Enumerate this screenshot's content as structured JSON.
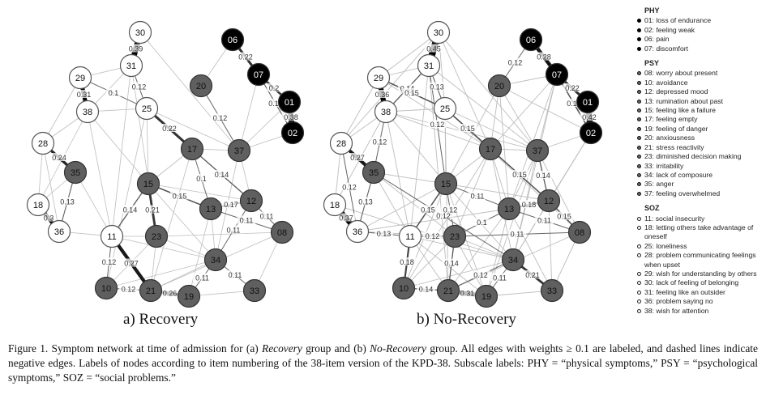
{
  "figure": {
    "panel_a_label": "a) Recovery",
    "panel_b_label": "b) No-Recovery",
    "caption": {
      "part1": "Figure 1. Symptom network at time of admission for (a) ",
      "italic1": "Recovery",
      "part2": " group and (b) ",
      "italic2": "No-Recovery",
      "part3": " group. All edges with weights ≥ 0.1 are labeled, and dashed lines indicate negative edges. Labels of nodes according to item numbering of the 38-item version of the KPD-38. Subscale labels: PHY = “physical symptoms,” PSY = “psychological symptoms,” SOZ = “social problems.”"
    }
  },
  "colors": {
    "PHY": "#000000",
    "PSY": "#5f5f5f",
    "SOZ": "#ffffff",
    "edge_light": "#bdbdbd",
    "edge_dark": "#111111"
  },
  "legend": {
    "groups": [
      {
        "name": "PHY",
        "items": [
          "01: loss of endurance",
          "02: feeling weak",
          "06: pain",
          "07: discomfort"
        ]
      },
      {
        "name": "PSY",
        "items": [
          "08: worry about present",
          "10: avoidance",
          "12: depressed mood",
          "13: rumination about past",
          "15: feeling like a failure",
          "17: feeling empty",
          "19: feeling of danger",
          "20: anxiousness",
          "21: stress reactivity",
          "23: diminished decision making",
          "33: irritability",
          "34: lack of composure",
          "35: anger",
          "37: feeling overwhelmed"
        ]
      },
      {
        "name": "SOZ",
        "items": [
          "11: social insecurity",
          "18: letting others take advantage of oneself",
          "25: loneliness",
          "28: problem communicating feelings when upset",
          "29: wish for understanding by others",
          "30: lack of feeling of belonging",
          "31: feeling like an outsider",
          "36: problem saying no",
          "38: wish for attention"
        ]
      }
    ]
  },
  "networks": [
    {
      "name": "Recovery",
      "nodes": [
        {
          "id": "30",
          "group": "SOZ"
        },
        {
          "id": "31",
          "group": "SOZ"
        },
        {
          "id": "29",
          "group": "SOZ"
        },
        {
          "id": "38",
          "group": "SOZ"
        },
        {
          "id": "25",
          "group": "SOZ"
        },
        {
          "id": "28",
          "group": "SOZ"
        },
        {
          "id": "18",
          "group": "SOZ"
        },
        {
          "id": "36",
          "group": "SOZ"
        },
        {
          "id": "11",
          "group": "SOZ"
        },
        {
          "id": "35",
          "group": "PSY"
        },
        {
          "id": "15",
          "group": "PSY"
        },
        {
          "id": "23",
          "group": "PSY"
        },
        {
          "id": "10",
          "group": "PSY"
        },
        {
          "id": "21",
          "group": "PSY"
        },
        {
          "id": "19",
          "group": "PSY"
        },
        {
          "id": "34",
          "group": "PSY"
        },
        {
          "id": "33",
          "group": "PSY"
        },
        {
          "id": "13",
          "group": "PSY"
        },
        {
          "id": "12",
          "group": "PSY"
        },
        {
          "id": "08",
          "group": "PSY"
        },
        {
          "id": "17",
          "group": "PSY"
        },
        {
          "id": "37",
          "group": "PSY"
        },
        {
          "id": "20",
          "group": "PSY"
        },
        {
          "id": "06",
          "group": "PHY"
        },
        {
          "id": "07",
          "group": "PHY"
        },
        {
          "id": "01",
          "group": "PHY"
        },
        {
          "id": "02",
          "group": "PHY"
        }
      ],
      "labeled_edges": [
        {
          "from": "30",
          "to": "31",
          "weight": 0.39
        },
        {
          "from": "29",
          "to": "38",
          "weight": 0.31
        },
        {
          "from": "29",
          "to": "25",
          "weight": 0.1
        },
        {
          "from": "31",
          "to": "25",
          "weight": 0.12
        },
        {
          "from": "25",
          "to": "17",
          "weight": 0.22
        },
        {
          "from": "20",
          "to": "37",
          "weight": 0.12
        },
        {
          "from": "06",
          "to": "07",
          "weight": 0.22
        },
        {
          "from": "07",
          "to": "01",
          "weight": 0.2
        },
        {
          "from": "07",
          "to": "02",
          "weight": 0.13
        },
        {
          "from": "01",
          "to": "02",
          "weight": 0.38
        },
        {
          "from": "28",
          "to": "35",
          "weight": 0.24
        },
        {
          "from": "35",
          "to": "36",
          "weight": 0.13
        },
        {
          "from": "18",
          "to": "36",
          "weight": 0.3
        },
        {
          "from": "11",
          "to": "15",
          "weight": 0.14
        },
        {
          "from": "15",
          "to": "23",
          "weight": 0.21
        },
        {
          "from": "11",
          "to": "10",
          "weight": 0.12
        },
        {
          "from": "11",
          "to": "21",
          "weight": 0.27
        },
        {
          "from": "10",
          "to": "21",
          "weight": 0.12
        },
        {
          "from": "21",
          "to": "19",
          "weight": 0.26
        },
        {
          "from": "17",
          "to": "13",
          "weight": 0.1
        },
        {
          "from": "17",
          "to": "12",
          "weight": 0.14
        },
        {
          "from": "15",
          "to": "13",
          "weight": 0.15
        },
        {
          "from": "13",
          "to": "12",
          "weight": 0.17
        },
        {
          "from": "13",
          "to": "08",
          "weight": 0.11
        },
        {
          "from": "12",
          "to": "08",
          "weight": 0.11
        },
        {
          "from": "12",
          "to": "34",
          "weight": 0.11
        },
        {
          "from": "34",
          "to": "19",
          "weight": 0.11
        },
        {
          "from": "34",
          "to": "33",
          "weight": 0.11
        }
      ]
    },
    {
      "name": "No-Recovery",
      "nodes": [
        {
          "id": "30",
          "group": "SOZ"
        },
        {
          "id": "31",
          "group": "SOZ"
        },
        {
          "id": "29",
          "group": "SOZ"
        },
        {
          "id": "38",
          "group": "SOZ"
        },
        {
          "id": "25",
          "group": "SOZ"
        },
        {
          "id": "28",
          "group": "SOZ"
        },
        {
          "id": "18",
          "group": "SOZ"
        },
        {
          "id": "36",
          "group": "SOZ"
        },
        {
          "id": "11",
          "group": "SOZ"
        },
        {
          "id": "35",
          "group": "PSY"
        },
        {
          "id": "15",
          "group": "PSY"
        },
        {
          "id": "23",
          "group": "PSY"
        },
        {
          "id": "10",
          "group": "PSY"
        },
        {
          "id": "21",
          "group": "PSY"
        },
        {
          "id": "19",
          "group": "PSY"
        },
        {
          "id": "34",
          "group": "PSY"
        },
        {
          "id": "33",
          "group": "PSY"
        },
        {
          "id": "13",
          "group": "PSY"
        },
        {
          "id": "12",
          "group": "PSY"
        },
        {
          "id": "08",
          "group": "PSY"
        },
        {
          "id": "17",
          "group": "PSY"
        },
        {
          "id": "37",
          "group": "PSY"
        },
        {
          "id": "20",
          "group": "PSY"
        },
        {
          "id": "06",
          "group": "PHY"
        },
        {
          "id": "07",
          "group": "PHY"
        },
        {
          "id": "01",
          "group": "PHY"
        },
        {
          "id": "02",
          "group": "PHY"
        }
      ],
      "labeled_edges": [
        {
          "from": "30",
          "to": "31",
          "weight": 0.45
        },
        {
          "from": "29",
          "to": "38",
          "weight": 0.36
        },
        {
          "from": "31",
          "to": "38",
          "weight": 0.14
        },
        {
          "from": "29",
          "to": "25",
          "weight": 0.15
        },
        {
          "from": "31",
          "to": "25",
          "weight": 0.13
        },
        {
          "from": "25",
          "to": "17",
          "weight": 0.15
        },
        {
          "from": "31",
          "to": "15",
          "weight": 0.12
        },
        {
          "from": "06",
          "to": "20",
          "weight": 0.12
        },
        {
          "from": "06",
          "to": "07",
          "weight": 0.28
        },
        {
          "from": "07",
          "to": "01",
          "weight": 0.22
        },
        {
          "from": "07",
          "to": "02",
          "weight": 0.15
        },
        {
          "from": "01",
          "to": "02",
          "weight": 0.42
        },
        {
          "from": "28",
          "to": "35",
          "weight": 0.27
        },
        {
          "from": "35",
          "to": "38",
          "weight": 0.12
        },
        {
          "from": "28",
          "to": "36",
          "weight": 0.12
        },
        {
          "from": "35",
          "to": "36",
          "weight": 0.13
        },
        {
          "from": "18",
          "to": "36",
          "weight": 0.37
        },
        {
          "from": "36",
          "to": "11",
          "weight": 0.13
        },
        {
          "from": "11",
          "to": "15",
          "weight": 0.15
        },
        {
          "from": "35",
          "to": "34",
          "weight": 0.12
        },
        {
          "from": "15",
          "to": "23",
          "weight": 0.12
        },
        {
          "from": "11",
          "to": "23",
          "weight": 0.12
        },
        {
          "from": "11",
          "to": "10",
          "weight": 0.18
        },
        {
          "from": "10",
          "to": "21",
          "weight": 0.14
        },
        {
          "from": "23",
          "to": "21",
          "weight": 0.14
        },
        {
          "from": "21",
          "to": "19",
          "weight": 0.31
        },
        {
          "from": "21",
          "to": "34",
          "weight": 0.12
        },
        {
          "from": "17",
          "to": "12",
          "weight": 0.15
        },
        {
          "from": "37",
          "to": "12",
          "weight": 0.14
        },
        {
          "from": "15",
          "to": "13",
          "weight": 0.11
        },
        {
          "from": "13",
          "to": "12",
          "weight": 0.18
        },
        {
          "from": "12",
          "to": "08",
          "weight": 0.15
        },
        {
          "from": "13",
          "to": "08",
          "weight": 0.11
        },
        {
          "from": "23",
          "to": "13",
          "weight": 0.1
        },
        {
          "from": "23",
          "to": "08",
          "weight": 0.11
        },
        {
          "from": "34",
          "to": "19",
          "weight": 0.11
        },
        {
          "from": "34",
          "to": "33",
          "weight": 0.21
        }
      ]
    }
  ]
}
